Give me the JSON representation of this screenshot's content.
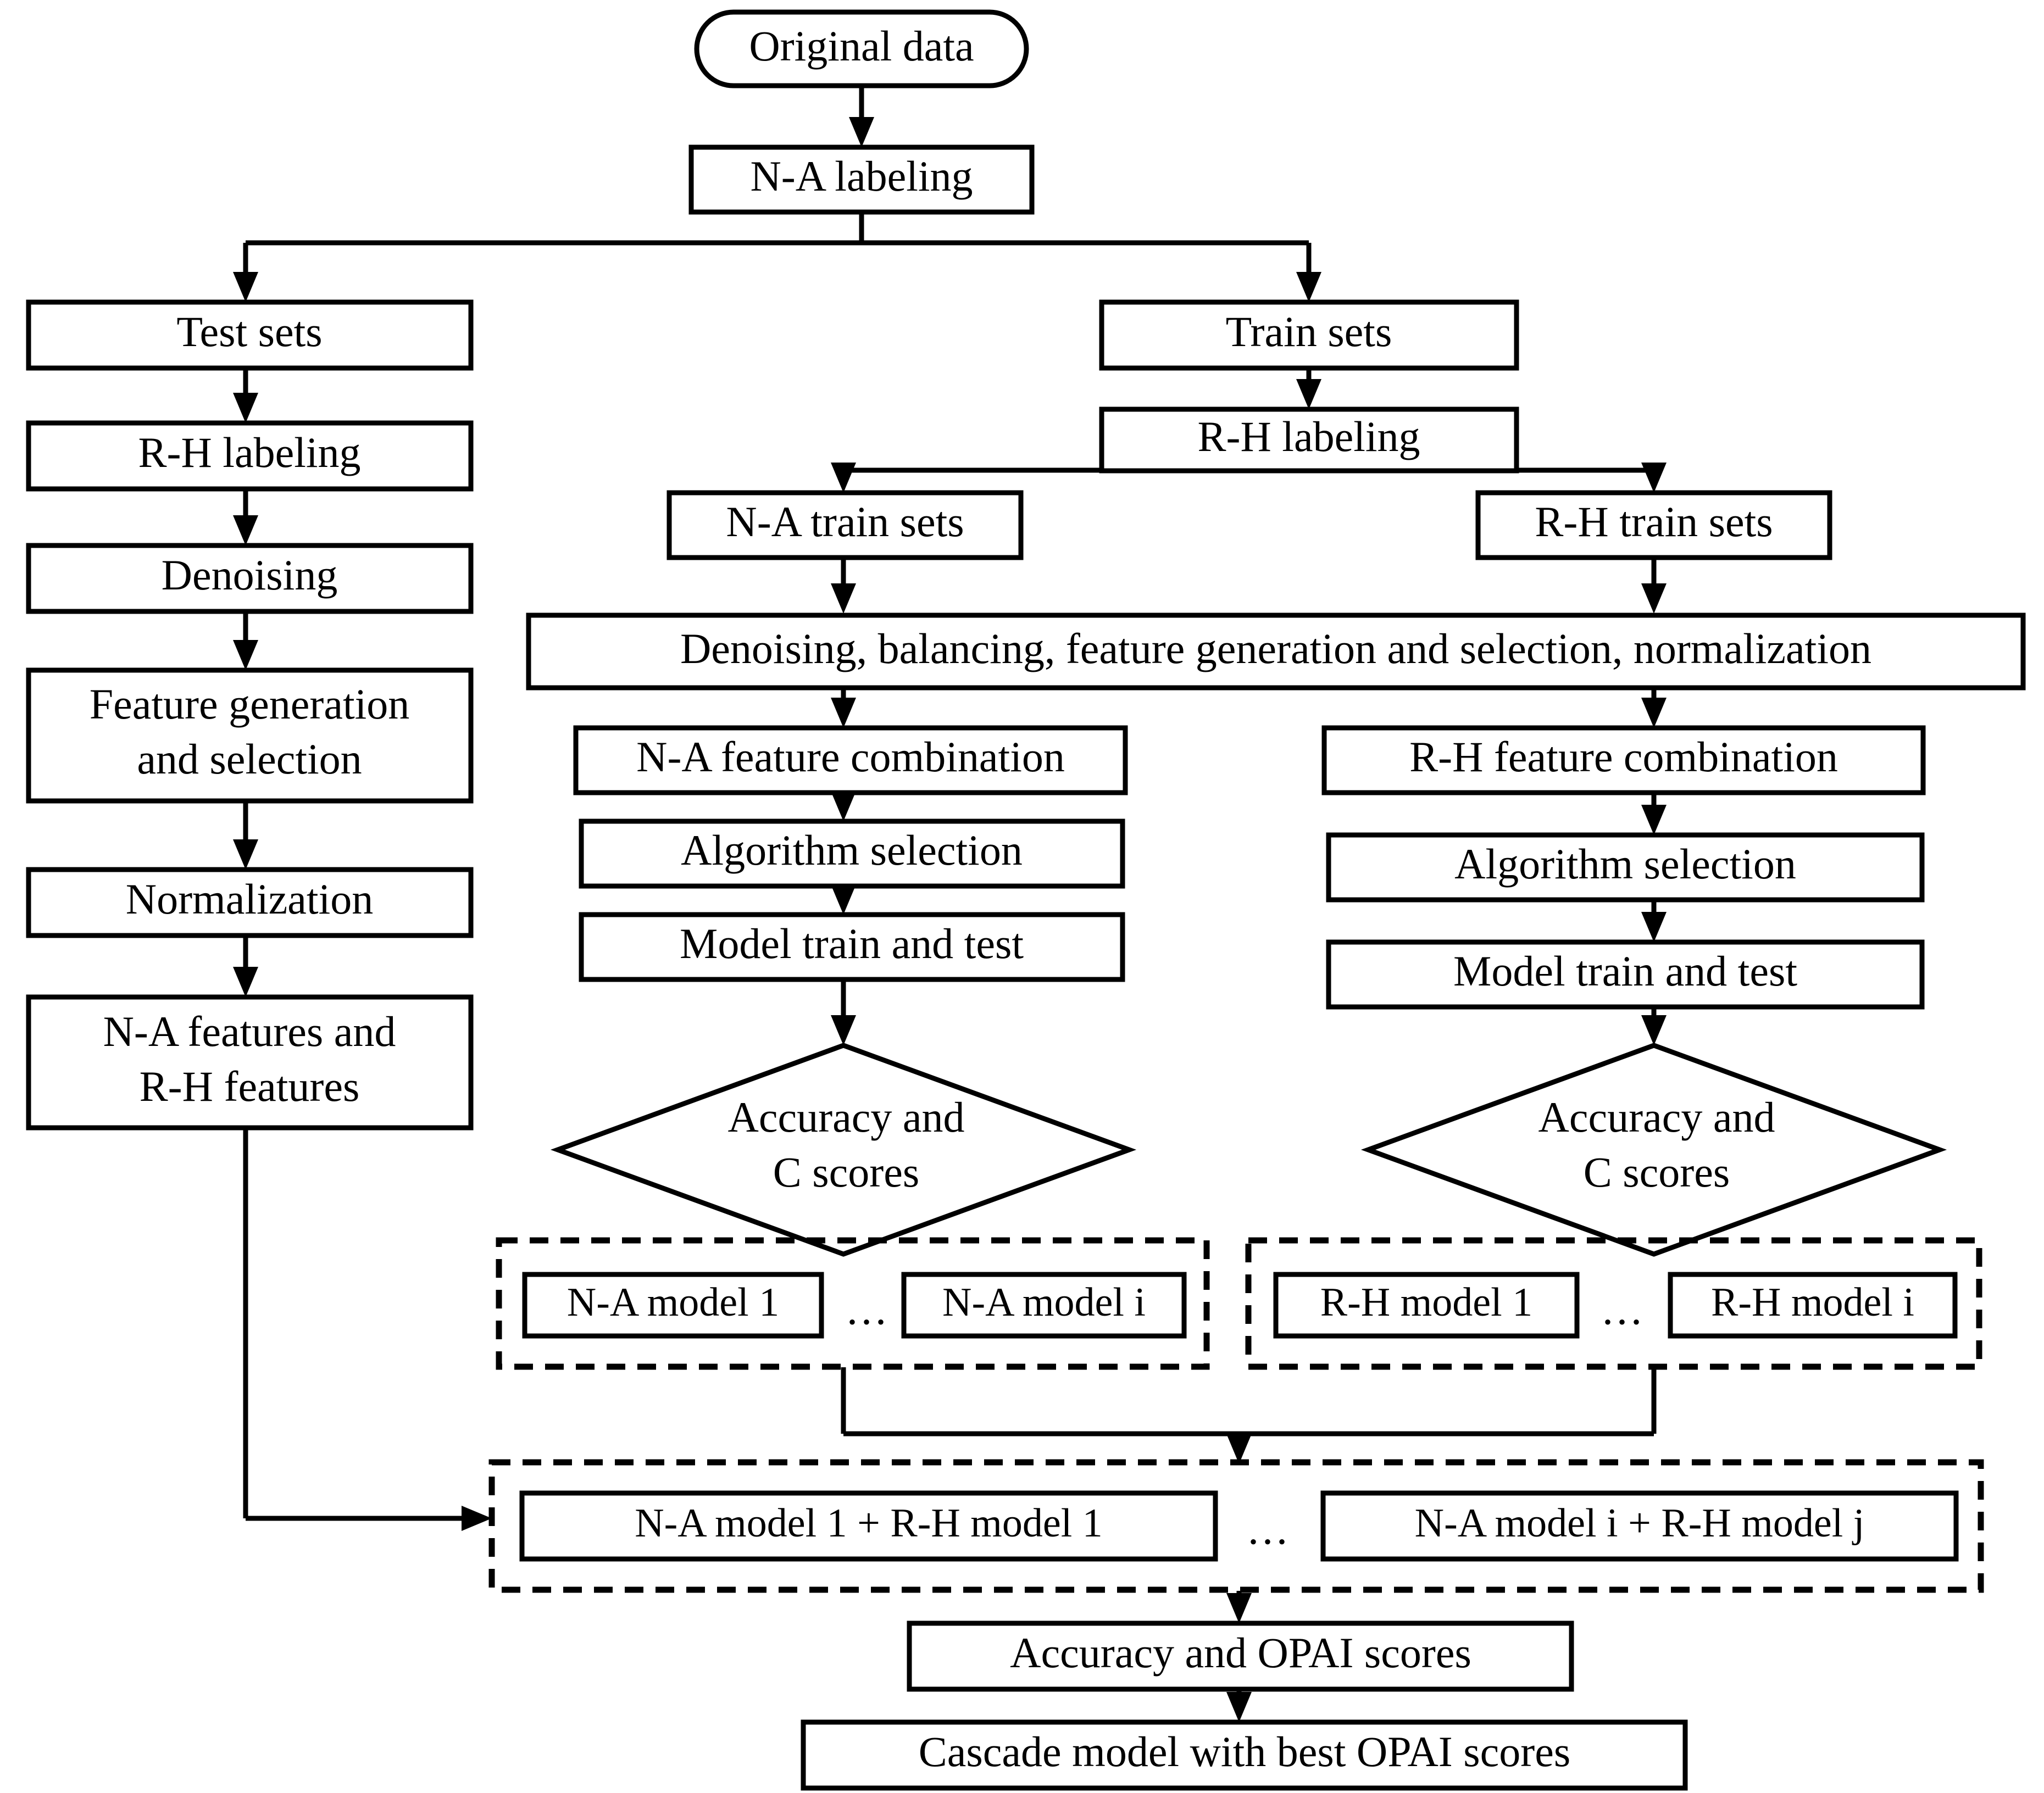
{
  "diagram": {
    "title": "Cascade model training and evaluation flowchart",
    "colors": {
      "stroke": "#000000",
      "fill": "#ffffff",
      "text": "#000000"
    },
    "nodes": {
      "original_data": "Original data",
      "na_labeling": "N-A labeling",
      "test_sets": "Test sets",
      "test_rh_labeling": "R-H labeling",
      "test_denoising": "Denoising",
      "test_feature_line1": "Feature generation",
      "test_feature_line2": "and selection",
      "test_normalization": "Normalization",
      "test_features_line1": "N-A features and",
      "test_features_line2": "R-H features",
      "train_sets": "Train sets",
      "train_rh_labeling": "R-H labeling",
      "na_train_sets": "N-A train sets",
      "rh_train_sets": "R-H train sets",
      "preprocess": "Denoising, balancing, feature generation and selection, normalization",
      "na_feature_combination": "N-A feature combination",
      "rh_feature_combination": "R-H feature combination",
      "na_algorithm_selection": "Algorithm selection",
      "rh_algorithm_selection": "Algorithm selection",
      "na_model_train_test": "Model train and test",
      "rh_model_train_test": "Model train and test",
      "na_scores_line1": "Accuracy and",
      "na_scores_line2": "C scores",
      "rh_scores_line1": "Accuracy and",
      "rh_scores_line2": "C scores",
      "na_model_1": "N-A model 1",
      "na_model_i": "N-A model i",
      "rh_model_1": "R-H model 1",
      "rh_model_i": "R-H model i",
      "cascade_1": "N-A model 1 + R-H model 1",
      "cascade_ij": "N-A model i + R-H model j",
      "accuracy_opai": "Accuracy and OPAI scores",
      "best_cascade": "Cascade model with best OPAI scores",
      "ellipsis_na": "...",
      "ellipsis_rh": "...",
      "ellipsis_cascade": "..."
    }
  }
}
